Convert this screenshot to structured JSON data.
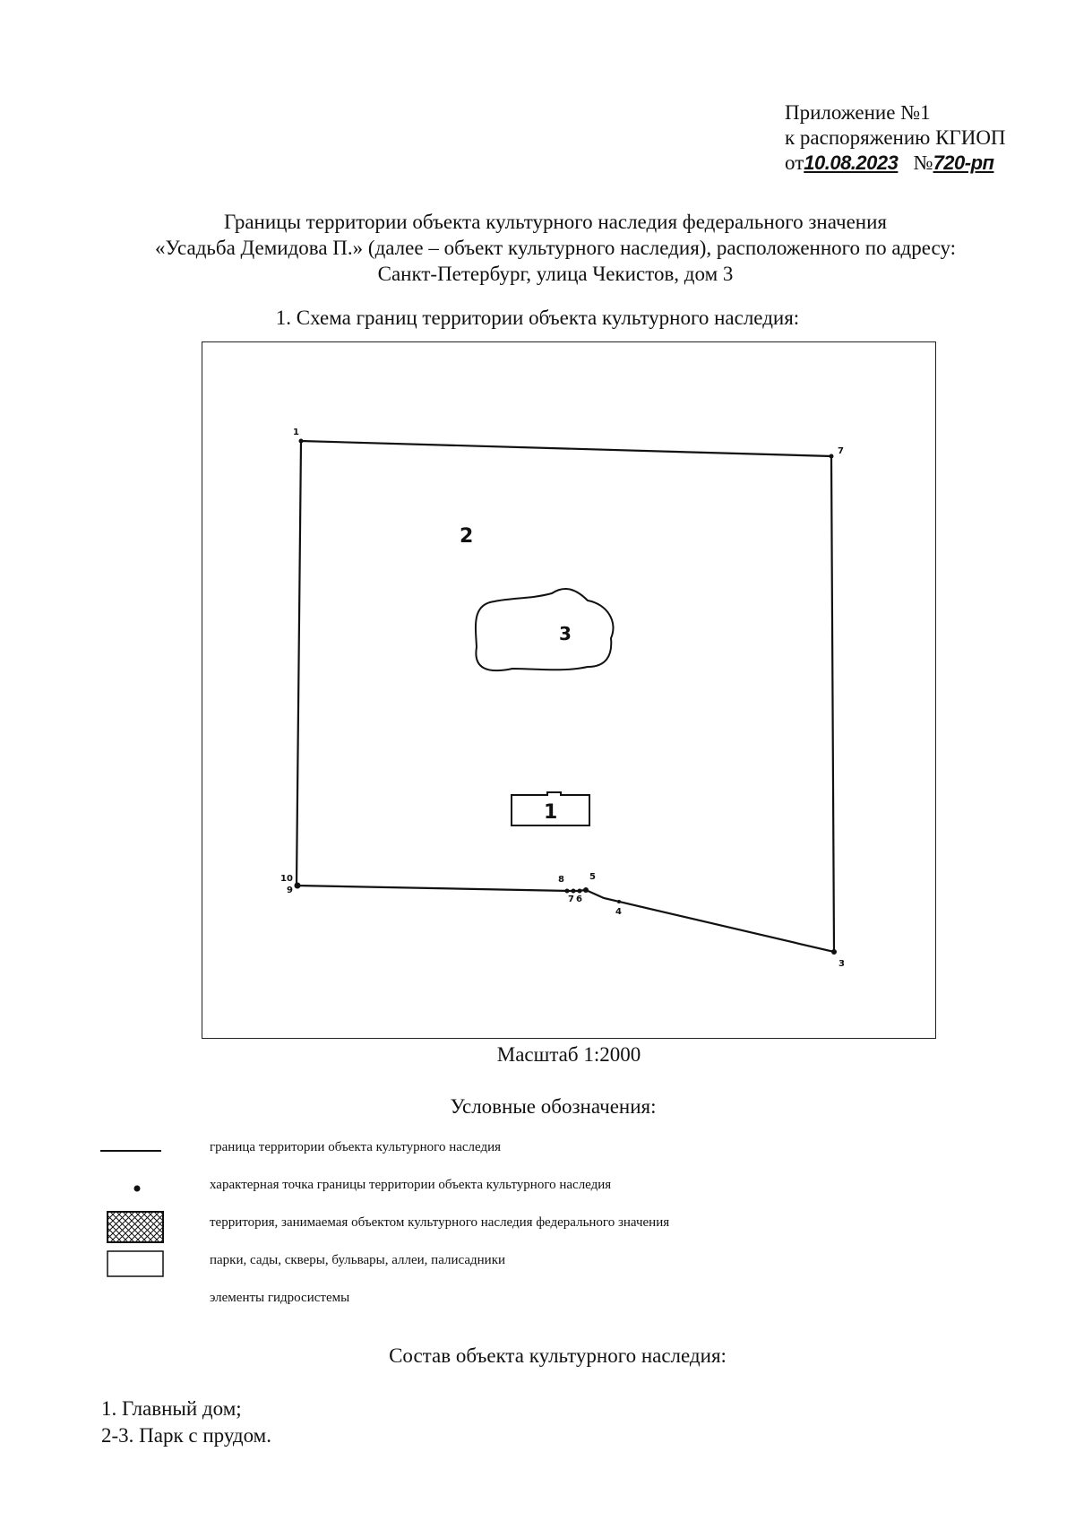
{
  "annex": {
    "line1": "Приложение №1",
    "line2": "к распоряжению КГИОП",
    "from_label": "от",
    "date": "10.08.2023",
    "number_label": "№",
    "number": "720-рп"
  },
  "title": {
    "line1": "Границы территории объекта культурного наследия федерального значения",
    "line2": "«Усадьба Демидова П.» (далее – объект культурного наследия), расположенного по адресу:",
    "line3": "Санкт-Петербург, улица Чекистов, дом 3"
  },
  "section1": "1.   Схема границ территории объекта культурного наследия:",
  "scheme": {
    "zone_labels": [
      "2",
      "3",
      "1"
    ],
    "point_labels": [
      "1",
      "7",
      "10",
      "9",
      "8",
      "5",
      "7",
      "6",
      "4",
      "3"
    ]
  },
  "scale": "Масштаб 1:2000",
  "legend": {
    "title": "Условные обозначения:",
    "items": [
      {
        "symbol": "line-icon",
        "text": "граница территории объекта культурного наследия"
      },
      {
        "symbol": "dot-icon",
        "text": "характерная точка границы территории объекта культурного наследия"
      },
      {
        "symbol": "hatched-box-icon",
        "text": "территория, занимаемая объектом культурного наследия федерального значения"
      },
      {
        "symbol": "empty-box-icon",
        "text": "парки, сады, скверы, бульвары, аллеи, палисадники"
      },
      {
        "symbol": "none",
        "text": "элементы гидросистемы"
      }
    ]
  },
  "composition": {
    "title": "Состав объекта культурного наследия:",
    "items": [
      "1. Главный дом;",
      "2-3. Парк с прудом."
    ]
  }
}
